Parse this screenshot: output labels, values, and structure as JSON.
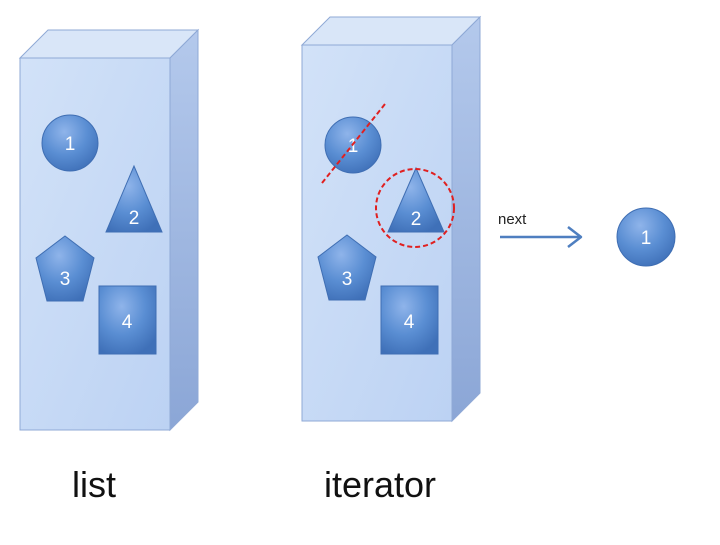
{
  "list_box": {
    "caption": "list",
    "items": [
      {
        "label": "1",
        "shape": "circle"
      },
      {
        "label": "2",
        "shape": "triangle"
      },
      {
        "label": "3",
        "shape": "pentagon"
      },
      {
        "label": "4",
        "shape": "square"
      }
    ]
  },
  "iterator_box": {
    "caption": "iterator",
    "items": [
      {
        "label": "1",
        "shape": "circle",
        "state": "crossed-out"
      },
      {
        "label": "2",
        "shape": "triangle",
        "state": "current"
      },
      {
        "label": "3",
        "shape": "pentagon"
      },
      {
        "label": "4",
        "shape": "square"
      }
    ]
  },
  "next_arrow": {
    "label": "next"
  },
  "output_item": {
    "label": "1",
    "shape": "circle"
  },
  "colors": {
    "box_front": "#c9dcf7",
    "box_top": "#d7e5f8",
    "box_side": "#9db6e2",
    "box_edge": "#8fa9d6",
    "shape_fill": "#4f81c7",
    "shape_edge": "#3f6eb3",
    "crossout": "#e02020",
    "arrow": "#4f7fc0"
  }
}
